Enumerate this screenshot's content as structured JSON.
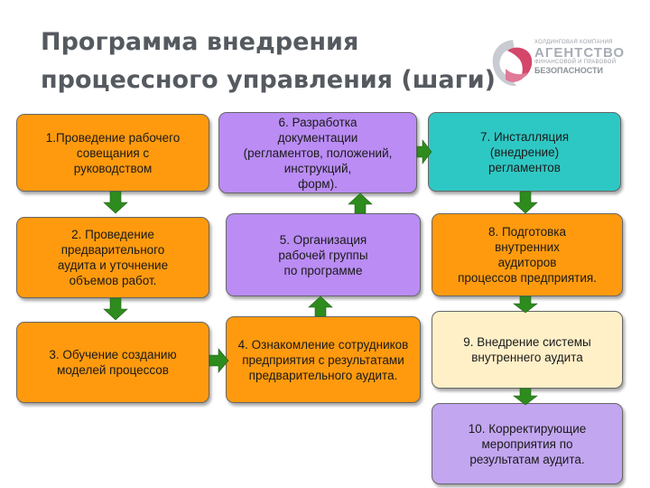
{
  "title_lines": [
    "Программа внедрения",
    "процессного управления (шаги)"
  ],
  "logo": {
    "line1": "холдинговая компания",
    "line2": "АГЕНТСТВО",
    "line3": "финансовой и правовой",
    "line4": "БЕЗОПАСНОСТИ"
  },
  "steps": {
    "s1": "1.Проведение рабочего\nсовещания с\nруководством",
    "s2": "2. Проведение\nпредварительного\nаудита и уточнение\nобъемов работ.",
    "s3": "3. Обучение созданию\nмоделей процессов",
    "s4": "4. Ознакомление сотрудников\nпредприятия с результатами\nпредварительного аудита.",
    "s5": "5. Организация\nрабочей группы\nпо программе",
    "s6": "6. Разработка\nдокументации\n(регламентов, положений,\nинструкций,\nформ).",
    "s7": "7. Инсталляция\n(внедрение)\nрегламентов",
    "s8": "8. Подготовка\nвнутренних\nаудиторов\nпроцессов предприятия.",
    "s9": "9. Внедрение системы\nвнутреннего аудита",
    "s10": "10. Корректирующие\nмероприятия по\nрезультатам аудита."
  },
  "colors": {
    "orange": "#ff9a0e",
    "purple": "#ba8cf4",
    "teal": "#2ec8c4",
    "cream": "#fff0c8",
    "arrow": "#2e8b1e"
  }
}
